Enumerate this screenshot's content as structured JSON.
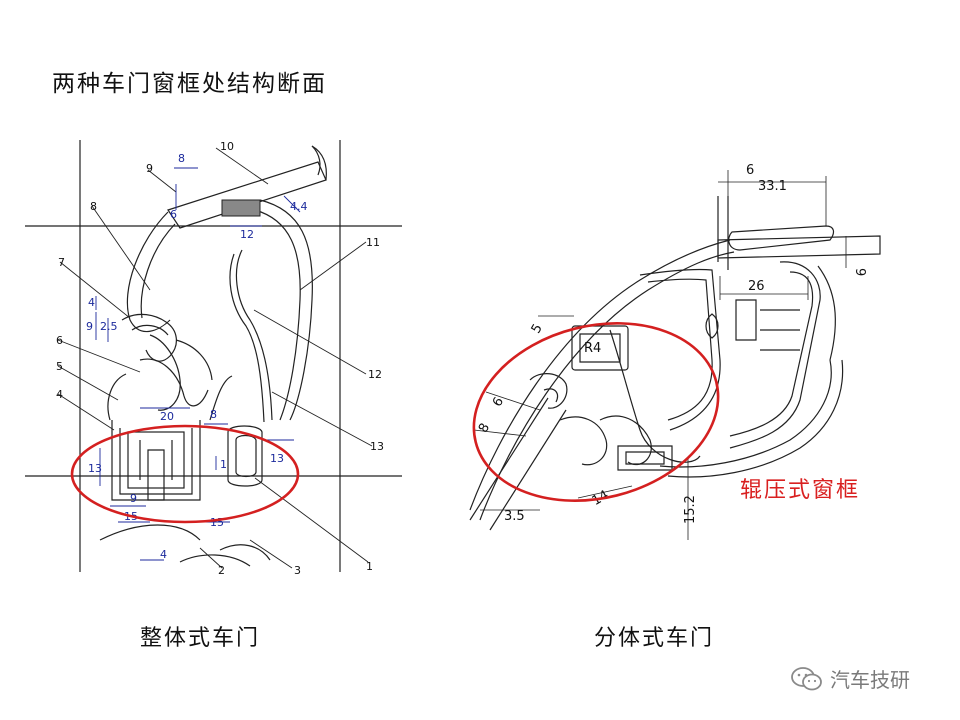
{
  "title": "两种车门窗框处结构断面",
  "captions": {
    "left": "整体式车门",
    "right": "分体式车门"
  },
  "annotation_right": "辊压式窗框",
  "watermark": {
    "icon": "wechat-icon",
    "text": "汽车技研"
  },
  "colors": {
    "highlight_ellipse": "#d42020",
    "dimension_blue": "#1c2a9c",
    "line": "#222222"
  },
  "left_diagram": {
    "part_numbers": [
      "1",
      "2",
      "3",
      "4",
      "5",
      "6",
      "7",
      "8",
      "9",
      "10",
      "11",
      "12",
      "13"
    ],
    "dimensions": [
      "8",
      "6",
      "12",
      "4.4",
      "4",
      "2.5",
      "9",
      "20",
      "8",
      "13",
      "1",
      "13",
      "9",
      "15",
      "15",
      "4"
    ]
  },
  "right_diagram": {
    "dimensions": [
      "6",
      "33.1",
      "9",
      "26",
      "R4",
      "5",
      "6",
      "8",
      "3.5",
      "14",
      "15.2"
    ]
  }
}
